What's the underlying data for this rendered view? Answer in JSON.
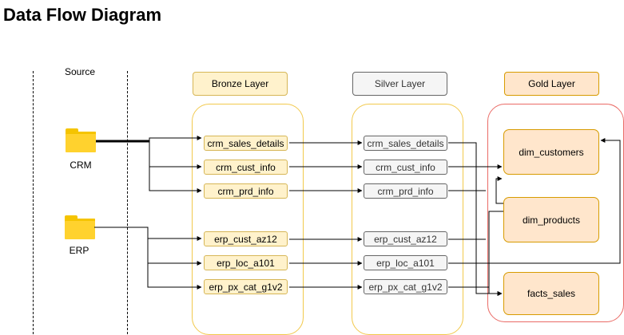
{
  "title": "Data Flow Diagram",
  "source": {
    "title": "Source",
    "systems": [
      {
        "label": "CRM",
        "icon": "folder-icon"
      },
      {
        "label": "ERP",
        "icon": "folder-icon"
      }
    ]
  },
  "layers": {
    "bronze": {
      "title": "Bronze Layer",
      "tables": [
        "crm_sales_details",
        "crm_cust_info",
        "crm_prd_info",
        "erp_cust_az12",
        "erp_loc_a101",
        "erp_px_cat_g1v2"
      ]
    },
    "silver": {
      "title": "Silver Layer",
      "tables": [
        "crm_sales_details",
        "crm_cust_info",
        "crm_prd_info",
        "erp_cust_az12",
        "erp_loc_a101",
        "erp_px_cat_g1v2"
      ]
    },
    "gold": {
      "title": "Gold Layer",
      "objects": [
        "dim_customers",
        "dim_products",
        "facts_sales"
      ]
    }
  },
  "colors": {
    "bronze_fill": "#fff2cc",
    "bronze_stroke": "#d6b656",
    "silver_fill": "#f5f5f5",
    "silver_stroke": "#666666",
    "gold_fill": "#ffe6cc",
    "gold_stroke": "#d79b00",
    "gold_area_stroke": "#ea6b66",
    "folder": "#ffd22e"
  }
}
